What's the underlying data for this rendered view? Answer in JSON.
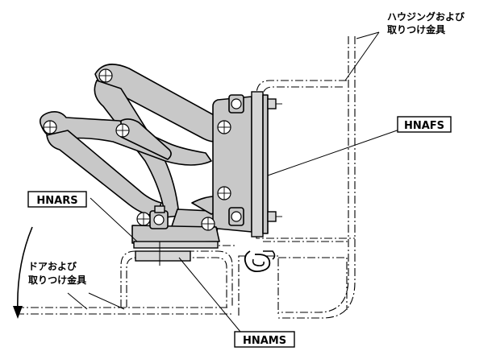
{
  "labels": {
    "hnafs": "HNAFS",
    "hnars": "HNARS",
    "hnams": "HNAMS"
  },
  "notes": {
    "housing_line1": "ハウジングおよび",
    "housing_line2": "取りつけ金具",
    "door_line1": "ドアおよび",
    "door_line2": "取りつけ金具"
  },
  "colors": {
    "part_fill": "#c8c8c8",
    "line": "#000000",
    "background": "#ffffff"
  }
}
